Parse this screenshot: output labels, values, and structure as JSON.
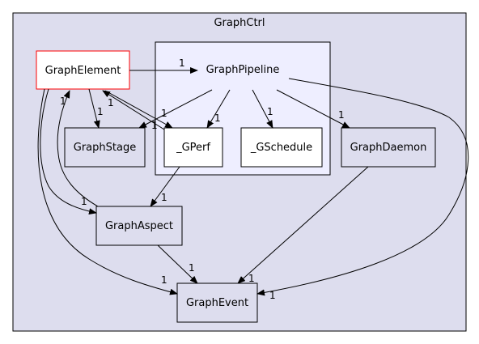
{
  "cluster": {
    "title": "GraphCtrl"
  },
  "pipeline_cluster": {
    "title": "GraphPipeline"
  },
  "nodes": {
    "graph_element": "GraphElement",
    "graph_stage": "GraphStage",
    "gperf": "_GPerf",
    "gschedule": "_GSchedule",
    "graph_daemon": "GraphDaemon",
    "graph_aspect": "GraphAspect",
    "graph_event": "GraphEvent"
  },
  "edge_labels": {
    "element_to_pipeline": "1",
    "element_to_stage": "1",
    "element_to_gperf": "1",
    "gperf_to_element": "1",
    "pipeline_to_stage": "1",
    "pipeline_to_gperf": "1",
    "pipeline_to_gschedule": "1",
    "pipeline_to_daemon": "1",
    "pipeline_to_event": "1",
    "gperf_to_aspect": "1",
    "aspect_to_element": "1",
    "element_to_aspect": "1",
    "element_to_event": "1",
    "aspect_to_event": "1",
    "daemon_to_event": "1"
  },
  "colors": {
    "outer_fill": "#ddddee",
    "pipeline_fill": "#eeeeff",
    "highlight_border": "#ff0000"
  }
}
